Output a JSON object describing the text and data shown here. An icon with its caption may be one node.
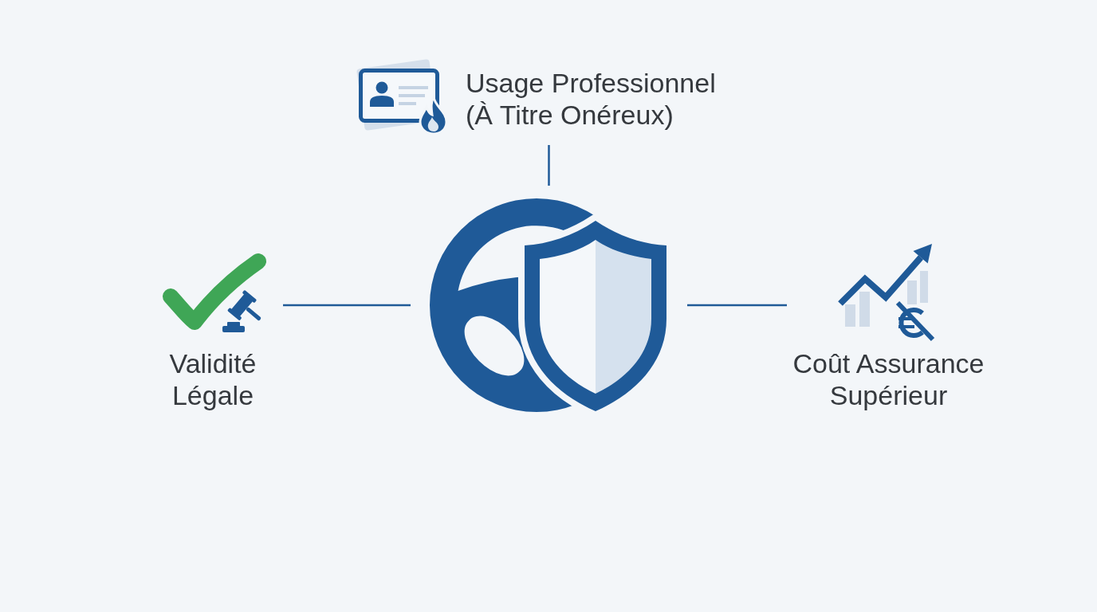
{
  "diagram": {
    "nodes": [
      {
        "text": [],
        "shape": "picture"
      },
      {
        "text": [
          "Usage Professionnel (À Titre Onéreux)"
        ]
      },
      {
        "text": [
          "Validité Légale"
        ]
      },
      {
        "text": [
          "Coût Assurance Supérieur"
        ]
      }
    ],
    "edges": [
      {
        "from": 0,
        "to": 1,
        "arrow": "none"
      },
      {
        "from": 0,
        "to": 2,
        "arrow": "none"
      },
      {
        "from": 0,
        "to": 3,
        "arrow": "none"
      }
    ]
  }
}
